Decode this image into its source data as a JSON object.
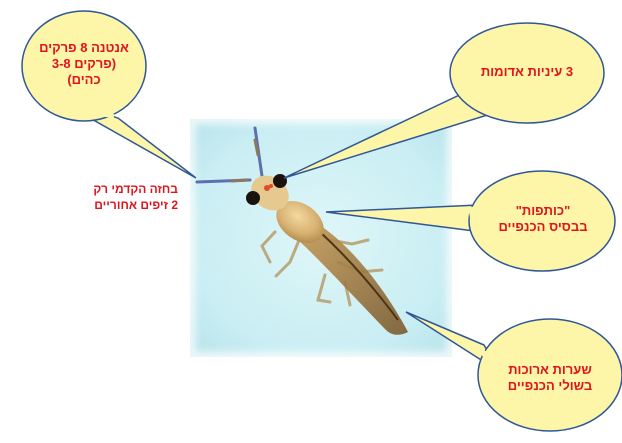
{
  "annotations": {
    "antenna": [
      "אנטנה 8 פרקים",
      "(פרקים 3-8",
      "כהים)"
    ],
    "eyes": [
      "3 עיניות אדומות"
    ],
    "shoulders": [
      "\"כותפות\"",
      "בבסיס הכנפיים"
    ],
    "wing_hairs": [
      "שערות ארוכות",
      "בשולי הכנפיים"
    ],
    "thorax_note": [
      "בחזה הקדמי רק",
      "2 זיפים אחוריים"
    ]
  },
  "colors": {
    "bubble_fill": "#fdf5a8",
    "bubble_stroke": "#2f5797",
    "text": "#e0141c",
    "photo_bg": "#c9eef3"
  }
}
